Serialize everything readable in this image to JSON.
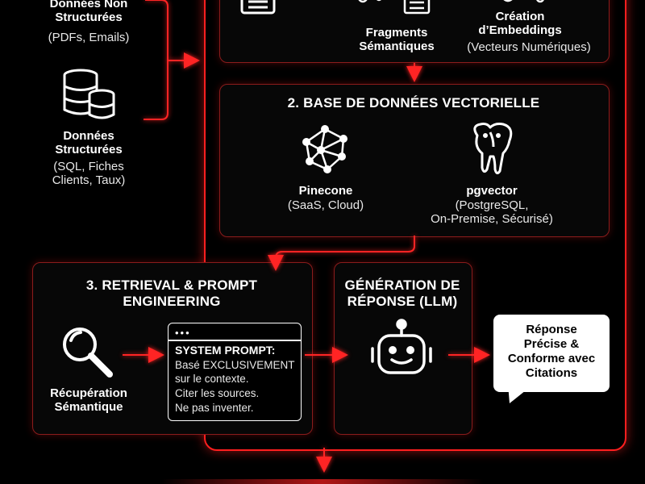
{
  "sources": {
    "unstructured": {
      "title": "Données Non\nStructurées",
      "sub": "(PDFs, Emails)"
    },
    "structured": {
      "title": "Données\nStructurées",
      "sub": "(SQL, Fiches\nClients, Taux)"
    }
  },
  "ingestion": {
    "fragments": {
      "title": "Fragments\nSémantiques"
    },
    "embeddings": {
      "title": "Création\nd’Embeddings",
      "sub": "(Vecteurs Numériques)"
    }
  },
  "vector_db": {
    "heading": "2. BASE DE DONNÉES VECTORIELLE",
    "pinecone": {
      "title": "Pinecone",
      "sub": "(SaaS, Cloud)"
    },
    "pgvector": {
      "title": "pgvector",
      "sub": "(PostgreSQL,\nOn-Premise, Sécurisé)"
    }
  },
  "retrieval": {
    "heading": "3. RETRIEVAL & PROMPT\nENGINEERING",
    "search": {
      "title": "Récupération\nSémantique"
    },
    "prompt": {
      "dots": "•••",
      "title": "SYSTEM PROMPT:",
      "lines": [
        "Basé EXCLUSIVEMENT",
        "sur le contexte.",
        "Citer les sources.",
        "Ne pas inventer."
      ]
    }
  },
  "generation": {
    "heading": "GÉNÉRATION DE\nRÉPONSE (LLM)"
  },
  "response": {
    "text": "Réponse\nPrécise &\nConforme avec\nCitations"
  },
  "colors": {
    "accent": "#ff1f1f",
    "panel_border": "#8a1c1c",
    "background": "#000000"
  }
}
